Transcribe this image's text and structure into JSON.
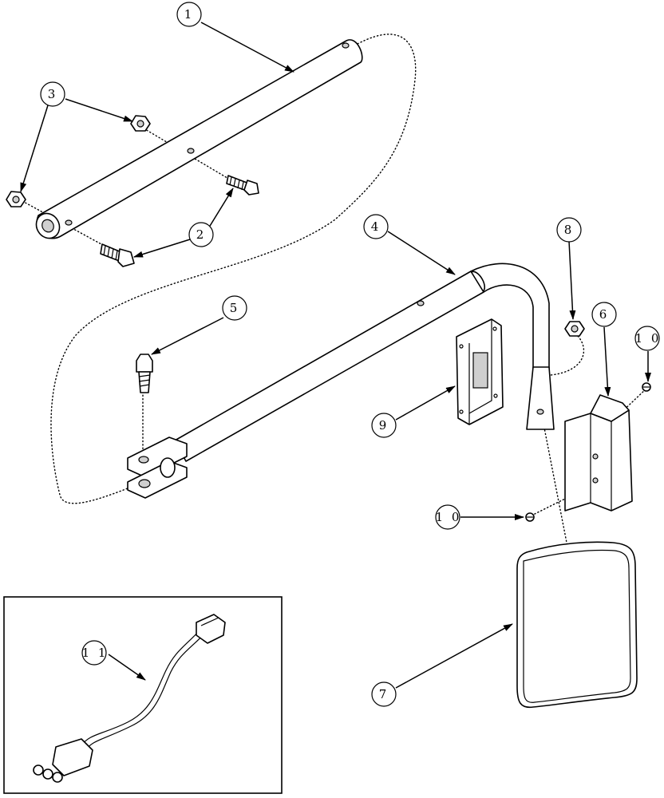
{
  "callouts": [
    {
      "id": "c1",
      "label": "1"
    },
    {
      "id": "c2",
      "label": "2"
    },
    {
      "id": "c3",
      "label": "3"
    },
    {
      "id": "c4",
      "label": "4"
    },
    {
      "id": "c5",
      "label": "5"
    },
    {
      "id": "c6",
      "label": "6"
    },
    {
      "id": "c7",
      "label": "7"
    },
    {
      "id": "c8",
      "label": "8"
    },
    {
      "id": "c9",
      "label": "9"
    },
    {
      "id": "c10a",
      "label": "1 0"
    },
    {
      "id": "c10b",
      "label": "1 0"
    },
    {
      "id": "c11",
      "label": "1 1"
    }
  ]
}
